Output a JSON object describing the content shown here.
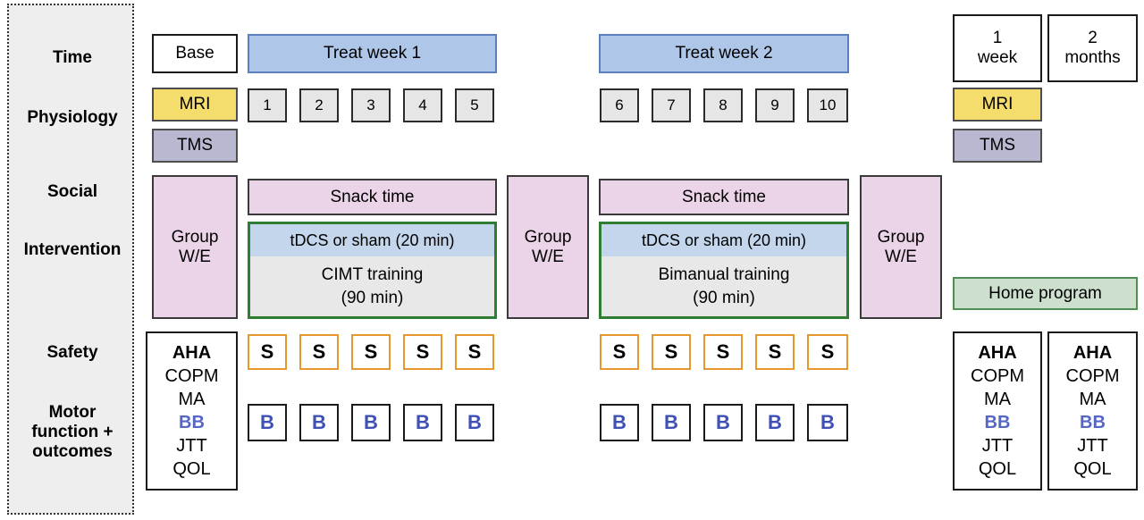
{
  "figure": {
    "title": "Study protocol timeline",
    "colors": {
      "sidebar_bg": "#eeeeee",
      "treat_week": "#aec7e8",
      "mri": "#f5dd6d",
      "tms": "#b8b8d1",
      "social_pink": "#ebd4e8",
      "training_grey": "#e8e8e8",
      "tdcs_blue": "#c3d6ec",
      "home_green": "#cce0cd",
      "intervention_border": "#2e7d32",
      "safety_border": "#e8972e",
      "bb_text": "#5566c4"
    }
  },
  "sidebar": {
    "labels": [
      {
        "id": "time",
        "text": "Time"
      },
      {
        "id": "physiology",
        "text": "Physiology"
      },
      {
        "id": "social",
        "text": "Social"
      },
      {
        "id": "intervention",
        "text": "Intervention"
      },
      {
        "id": "safety",
        "text": "Safety"
      },
      {
        "id": "motor",
        "line1": "Motor",
        "line2": "function +",
        "line3": "outcomes"
      }
    ]
  },
  "time_row": {
    "baseline": "Base",
    "week1": "Treat week 1",
    "week2": "Treat week 2",
    "followup1_line1": "1",
    "followup1_line2": "week",
    "followup2_line1": "2",
    "followup2_line2": "months"
  },
  "physiology_row": {
    "baseline_mri": "MRI",
    "baseline_tms": "TMS",
    "followup_mri": "MRI",
    "followup_tms": "TMS",
    "days_week1": [
      "1",
      "2",
      "3",
      "4",
      "5"
    ],
    "days_week2": [
      "6",
      "7",
      "8",
      "9",
      "10"
    ]
  },
  "social_row": {
    "group1_line1": "Group",
    "group1_line2": "W/E",
    "group2_line1": "Group",
    "group2_line2": "W/E",
    "group3_line1": "Group",
    "group3_line2": "W/E",
    "snack1": "Snack time",
    "snack2": "Snack time"
  },
  "intervention_row": {
    "tdcs1": "tDCS or sham (20 min)",
    "tdcs2": "tDCS or sham (20 min)",
    "training1_line1": "CIMT training",
    "training1_line2": "(90 min)",
    "training2_line1": "Bimanual training",
    "training2_line2": "(90 min)",
    "home_program": "Home program"
  },
  "outcomes": {
    "measure_stack": [
      "AHA",
      "COPM",
      "MA",
      "BB",
      "JTT",
      "QOL"
    ],
    "safety_letter": "S",
    "bb_letter": "B",
    "safety_week1": [
      "S",
      "S",
      "S",
      "S",
      "S"
    ],
    "safety_week2": [
      "S",
      "S",
      "S",
      "S",
      "S"
    ],
    "bb_week1": [
      "B",
      "B",
      "B",
      "B",
      "B"
    ],
    "bb_week2": [
      "B",
      "B",
      "B",
      "B",
      "B"
    ]
  }
}
